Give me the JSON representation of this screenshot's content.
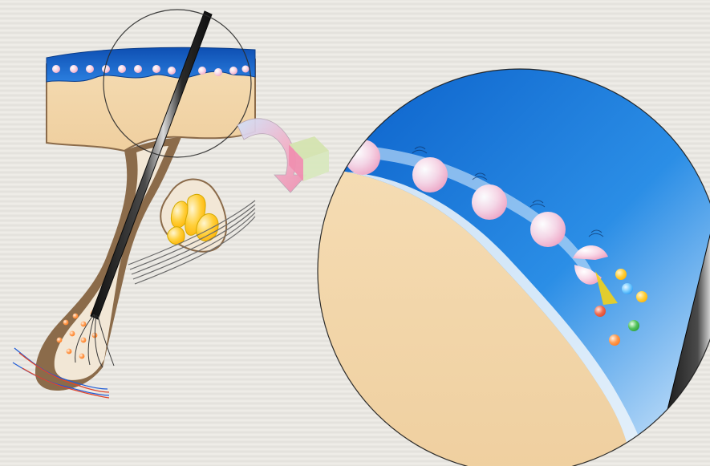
{
  "diagram": {
    "kind": "illustration",
    "has_text": false,
    "colors": {
      "background": "#e9e7e2",
      "skin_surface_blue": "#1f63c6",
      "skin_dermis": "#f1d0a2",
      "follicle_brown": "#8b6b4a",
      "gland_yellow": "#f2d21a",
      "probe_black": "#1b1b1b",
      "particle_pink": "#f7c6dc",
      "arrow_pink": "#ef8fb0",
      "arrow_light_blue": "#b9d6f3",
      "arrow_green": "#d4e4b0",
      "ion_colors": [
        "#ffb000",
        "#3ab0ff",
        "#2a9d3a",
        "#e0452b",
        "#ff7a20"
      ]
    },
    "icons": {
      "hair_follicle": "hair-follicle-cross-section",
      "zoom_lens": "magnifier-circle",
      "probe": "needle-probe",
      "arrow": "curved-3d-arrow",
      "particles": "spheres",
      "ions": "small-colored-spheres"
    }
  }
}
